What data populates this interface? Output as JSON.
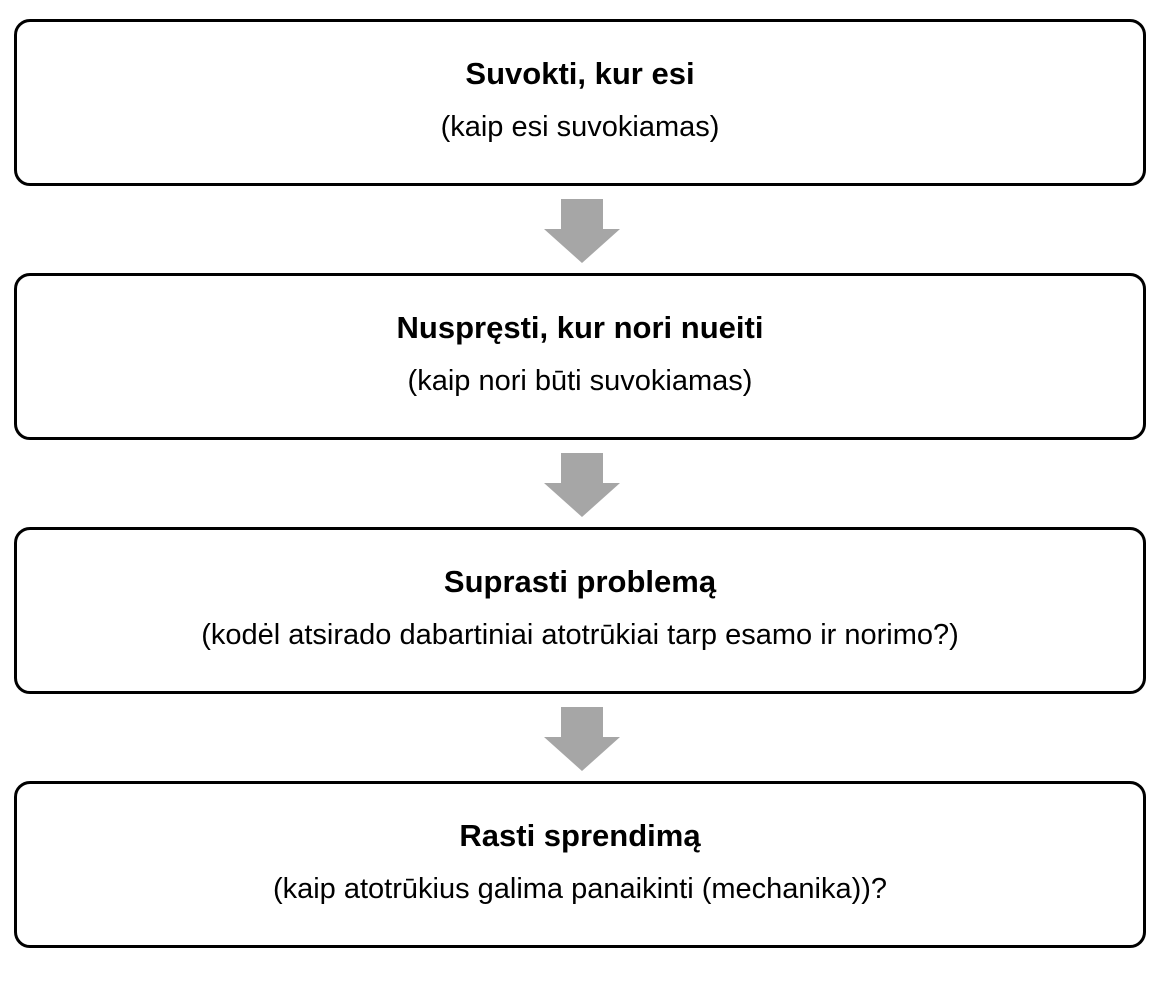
{
  "colors": {
    "box_border": "#000000",
    "box_fill": "#ffffff",
    "arrow_fill": "#a6a6a6",
    "text": "#000000"
  },
  "steps": [
    {
      "title": "Suvokti, kur esi",
      "subtitle": "(kaip esi suvokiamas)"
    },
    {
      "title": "Nuspręsti, kur nori nueiti",
      "subtitle": "(kaip nori būti suvokiamas)"
    },
    {
      "title": "Suprasti problemą",
      "subtitle": "(kodėl atsirado dabartiniai atotrūkiai tarp esamo ir norimo?)"
    },
    {
      "title": "Rasti sprendimą",
      "subtitle": "(kaip atotrūkius galima panaikinti (mechanika))?"
    }
  ],
  "arrows": [
    {
      "icon": "down-arrow-icon"
    },
    {
      "icon": "down-arrow-icon"
    },
    {
      "icon": "down-arrow-icon"
    }
  ]
}
